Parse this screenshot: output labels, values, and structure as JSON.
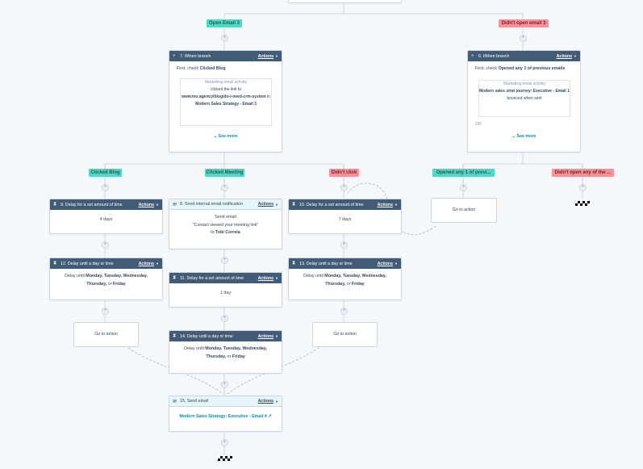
{
  "tags": {
    "open_email_3": "Open Email 3",
    "didnt_open_email_3": "Didn't open email 3",
    "clicked_blog": "Clicked Blog",
    "clicked_meeting": "Clicked Meeting",
    "didnt_click": "Didn't click",
    "opened_any_1": "Opened any 1 of previ...",
    "didnt_open_any": "Didn't open any of the ..."
  },
  "actions_label": "Actions",
  "goto_label": "Go to action",
  "see_more": "See more",
  "card7": {
    "title": "7. If/then branch",
    "first_check_prefix": "First, check",
    "first_check_value": "Clicked Blog",
    "inner_title": "Marketing email activity",
    "inner_line1": "clicked the link to",
    "inner_link": "www.mo.agency/blog/do-i-need-crm-system",
    "inner_in": "in",
    "inner_email": "Modern Sales Strategy - Email 3"
  },
  "card6": {
    "title": "6. If/then branch",
    "first_check_prefix": "First, check",
    "first_check_value": "Opened any 1 of previous emails",
    "inner_title": "Marketing email activity",
    "inner_email": "Modern sales strat journey: Executive - Email 1",
    "inner_suffix": "bounced when sent",
    "or_label": "OR"
  },
  "card9": {
    "title": "9. Delay for a set amount of time",
    "body": "4 days"
  },
  "card8": {
    "title": "8. Send internal email notification",
    "line1": "Send email",
    "line2": "\"Contact viewed your meeting link\"",
    "to": "to",
    "recipient": "Tobi Correia"
  },
  "card10": {
    "title": "10. Delay for a set amount of time",
    "body": "7 days"
  },
  "card12": {
    "title": "12. Delay until a day or time",
    "prefix": "Delay until",
    "days": "Monday, Tuesday, Wednesday, Thursday,",
    "or": "or",
    "last": "Friday"
  },
  "card11": {
    "title": "11. Delay for a set amount of time",
    "body": "1 day"
  },
  "card13": {
    "title": "13. Delay until a day or time",
    "prefix": "Delay until",
    "days": "Monday, Tuesday, Wednesday, Thursday,",
    "or": "or",
    "last": "Friday"
  },
  "card14": {
    "title": "14. Delay until a day or time",
    "prefix": "Delay until",
    "days": "Monday, Tuesday, Wednesday, Thursday,",
    "or": "or",
    "last": "Friday"
  },
  "card15": {
    "title": "15. Send email",
    "email": "Modern Sales Strategy: Executive - Email 4"
  },
  "colors": {
    "header": "#425b76",
    "green_tag": "#4fd8c4",
    "red_tag": "#f9919b",
    "link": "#0091ae"
  }
}
